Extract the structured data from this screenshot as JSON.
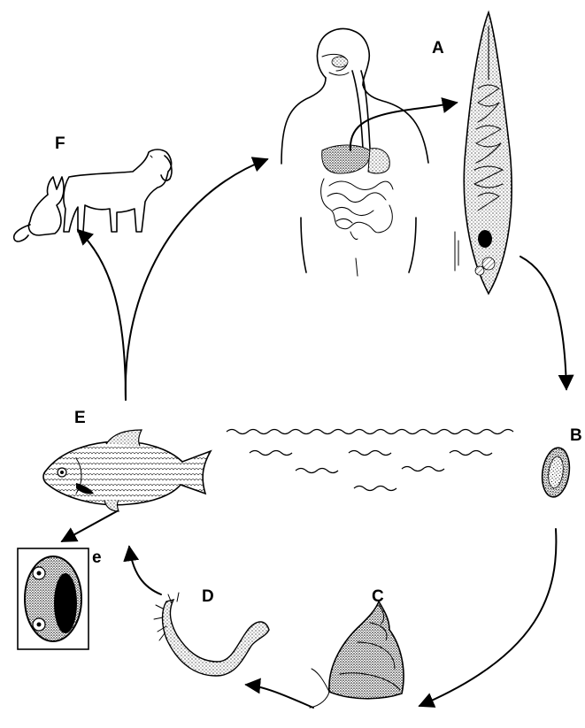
{
  "labels": {
    "A": "A",
    "B": "B",
    "C": "C",
    "D": "D",
    "E": "E",
    "e": "e",
    "F": "F"
  },
  "stages": [
    {
      "label": "A",
      "icon": "adult-fluke-icon"
    },
    {
      "label": "B",
      "icon": "egg-icon"
    },
    {
      "label": "C",
      "icon": "snail-icon"
    },
    {
      "label": "D",
      "icon": "cercaria-icon"
    },
    {
      "label": "E",
      "icon": "fish-icon"
    },
    {
      "label": "e",
      "icon": "metacercaria-cyst-icon"
    },
    {
      "label": "F",
      "icon": "cat-and-dog-icon"
    }
  ],
  "colors": {
    "ink": "#000000",
    "background": "#ffffff"
  }
}
